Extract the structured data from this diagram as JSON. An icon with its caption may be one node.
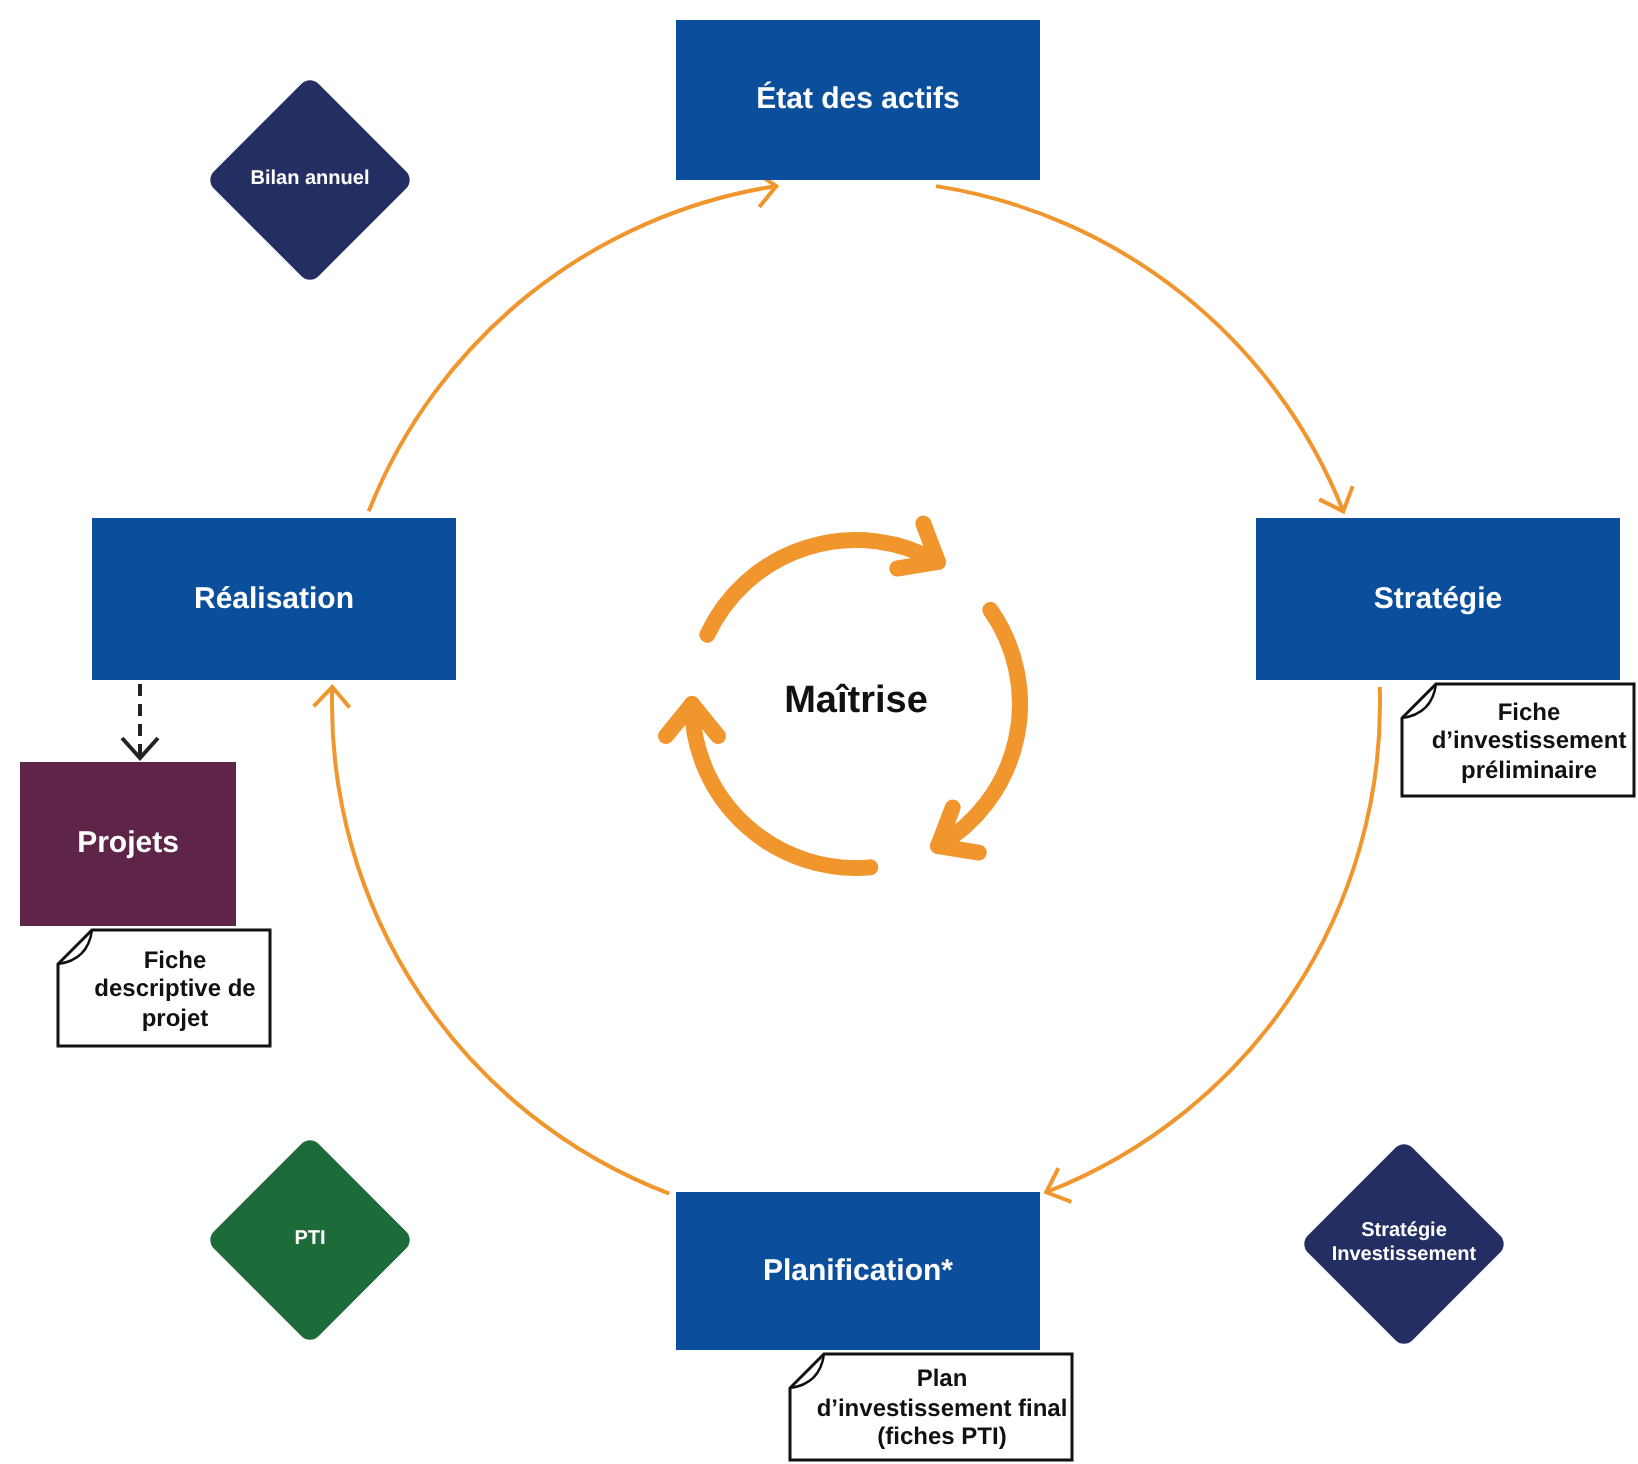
{
  "diagram": {
    "nodes": [
      {
        "text": [
          "État des actifs"
        ]
      },
      {
        "text": [
          "Stratégie"
        ]
      },
      {
        "text": [
          "Fiche d’investissement préliminaire"
        ]
      },
      {
        "text": [
          "Planification*"
        ]
      },
      {
        "text": [
          "Plan d’investissement final (fiches PTI)"
        ]
      },
      {
        "text": [
          "Réalisation"
        ]
      },
      {
        "text": [
          "Projets"
        ]
      },
      {
        "text": [
          "Fiche descriptive de projet"
        ]
      },
      {
        "text": [
          "Bilan annuel"
        ]
      },
      {
        "text": [
          "PTI"
        ]
      },
      {
        "text": [
          "Stratégie Investissement"
        ]
      }
    ],
    "edges": [
      {
        "from": 0,
        "to": 1,
        "arrow": "to"
      },
      {
        "from": 1,
        "to": 3,
        "arrow": "to"
      },
      {
        "from": 3,
        "to": 5,
        "arrow": "to"
      },
      {
        "from": 5,
        "to": 0,
        "arrow": "to"
      },
      {
        "from": 5,
        "to": 6,
        "arrow": "to",
        "style": "dashed",
        "color": "#222222"
      }
    ],
    "labels": [
      "Maîtrise"
    ]
  }
}
